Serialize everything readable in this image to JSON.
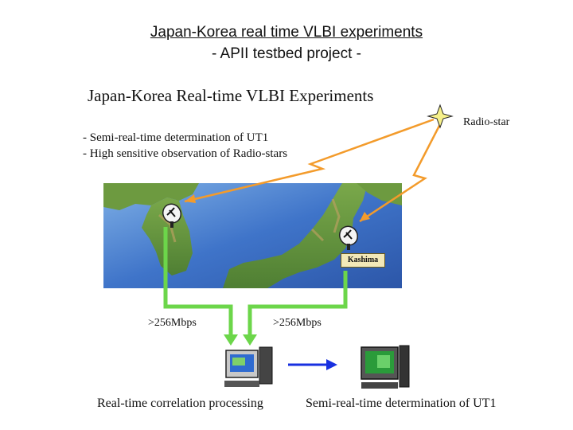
{
  "slide": {
    "title_line1": "Japan-Korea real time VLBI experiments",
    "title_line2": "- APII testbed project -"
  },
  "figure": {
    "title": "Japan-Korea Real-time VLBI Experiments",
    "bullets": [
      "- Semi-real-time determination of UT1",
      "- High sensitive observation of Radio-stars"
    ],
    "radio_star_label": "Radio-star",
    "station_label": "Kashima",
    "link_rates": [
      ">256Mbps",
      ">256Mbps"
    ],
    "captions": [
      "Real-time correlation processing",
      "Semi-real-time determination of UT1"
    ]
  },
  "colors": {
    "ocean": "#3f74c9",
    "land": "#5c8c3c",
    "signal_path": "#f39b2b",
    "network_link": "#6cd64a",
    "data_arrow": "#1830e0"
  },
  "icons": [
    "star-icon",
    "antenna-icon",
    "antenna-icon",
    "workstation-icon",
    "workstation-icon"
  ]
}
